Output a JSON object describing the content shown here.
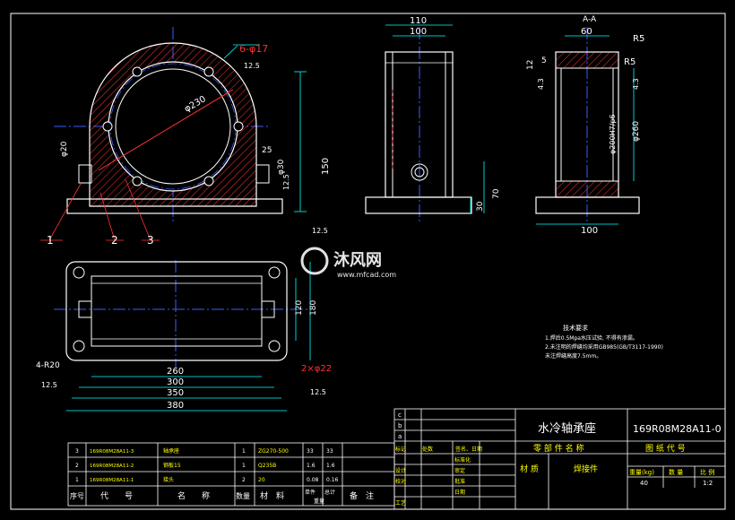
{
  "drawing": {
    "colors": {
      "outline": "#ffffff",
      "hatch": "#ff3333",
      "dimension": "#00ffff",
      "center_line": "#3a5bff",
      "dim_text": "#ffffff",
      "green": "#00ff00",
      "yellow": "#ffff00",
      "table_line": "#ffffff"
    },
    "front_view": {
      "bolt_circle_label": "6-φ17",
      "bolt_circle_sub": "12.5",
      "bore_label": "φ230",
      "d20": "φ20",
      "d25": "25",
      "d30": "φ30",
      "d150": "150",
      "r125": "12.5",
      "r125b": "12.5",
      "callouts": [
        "1",
        "2",
        "3"
      ]
    },
    "side_view": {
      "w110": "110",
      "w100": "100",
      "h70": "70",
      "h30": "30"
    },
    "section_view": {
      "title": "A-A",
      "w60": "60",
      "r5a": "R5",
      "r5b": "R5",
      "h12": "12",
      "h5": "5",
      "d200": "φ200H7/p6",
      "d260": "φ260",
      "ang": "4.3",
      "ang2": "4.3",
      "w100": "100"
    },
    "top_view": {
      "r20": "4-R20",
      "r20sub": "12.5",
      "w260": "260",
      "w300": "300",
      "w350": "350",
      "w380": "380",
      "h120": "120",
      "h180": "180",
      "holes": "2×φ22",
      "r125": "12.5"
    },
    "watermark": {
      "brand": "沐风网",
      "url": "www.mfcad.com"
    },
    "notes": {
      "title": "技术要求",
      "lines": [
        "1.焊后0.5Mpa水压试验, 不得有渗漏。",
        "2.未注明的焊缝均采用GB985(GB/T3117-1990)",
        "  未注焊缝高度7.5mm。"
      ]
    },
    "title_block": {
      "name": "水冷轴承座",
      "code": "169R08M28A11-0",
      "part_name_label": "零 部 件 名 称",
      "drawing_code_label": "图 纸 代 号",
      "material_label": "材 质",
      "material_value": "焊接件",
      "weight_label": "重量(kg)",
      "qty_label": "数 量",
      "scale_label": "比 例",
      "weight_value": "40",
      "scale_value": "1:2",
      "rows_left": [
        "c",
        "b",
        "a"
      ],
      "sign_headers": [
        "标记",
        "处数",
        "签名、日期"
      ],
      "sign_rows": [
        "设计",
        "校对",
        "工艺"
      ],
      "approve": [
        "标准化",
        "审定",
        "批准",
        "日期"
      ]
    },
    "bom": {
      "rows": [
        {
          "no": "3",
          "code": "169R08M28A11-3",
          "name": "轴承座",
          "qty": "1",
          "mat": "ZG270-500",
          "w1": "33",
          "w2": "33"
        },
        {
          "no": "2",
          "code": "169R08M28A11-2",
          "name": "钢板15",
          "qty": "1",
          "mat": "Q235B",
          "w1": "1.6",
          "w2": "1.6"
        },
        {
          "no": "1",
          "code": "169R08M28A11-1",
          "name": "接头",
          "qty": "2",
          "mat": "20",
          "w1": "0.08",
          "w2": "0.16"
        }
      ],
      "header": {
        "no": "序号",
        "code": "代　　号",
        "name": "名　　称",
        "qty": "数量",
        "mat": "材　料",
        "w1": "单件",
        "w2": "总计",
        "weight": "重量",
        "remark": "备　注"
      }
    }
  }
}
